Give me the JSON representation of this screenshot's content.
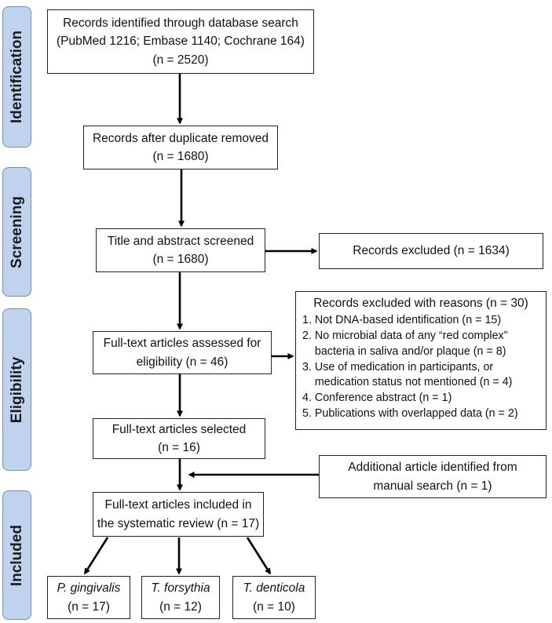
{
  "phases": [
    "Identification",
    "Screening",
    "Eligibility",
    "Included"
  ],
  "boxes": {
    "identified": {
      "line1": "Records identified through database search",
      "line2": "(PubMed 1216; Embase 1140; Cochrane 164)",
      "line3": "(n = 2520)"
    },
    "duplicates": {
      "line1": "Records after duplicate removed",
      "line2": "(n = 1680)"
    },
    "screened": {
      "line1": "Title and abstract screened",
      "line2": "(n = 1680)"
    },
    "excluded": {
      "line1": "Records excluded (n = 1634)"
    },
    "fulltext": {
      "line1": "Full-text articles assessed for",
      "line2": "eligibility (n = 46)"
    },
    "excluded_reasons": {
      "title": "Records excluded with reasons (n =  30)",
      "items": [
        "1. Not DNA-based identification (n = 15)",
        "2. No microbial data of any “red complex”",
        "    bacteria in saliva and/or plaque (n = 8)",
        "3. Use of medication in participants, or",
        "    medication status not mentioned (n = 4)",
        "4. Conference abstract (n = 1)",
        "5. Publications with overlapped data (n = 2)"
      ]
    },
    "selected": {
      "line1": "Full-text articles selected",
      "line2": "(n = 16)"
    },
    "additional": {
      "line1": "Additional article identified from",
      "line2": "manual search (n =  1)"
    },
    "included": {
      "line1": "Full-text articles included in",
      "line2": "the systematic review (n = 17)"
    },
    "pg": {
      "name": "P. gingivalis",
      "count": "(n = 17)"
    },
    "tf": {
      "name": "T. forsythia",
      "count": "(n = 12)"
    },
    "td": {
      "name": "T. denticola",
      "count": "(n = 10)"
    }
  }
}
